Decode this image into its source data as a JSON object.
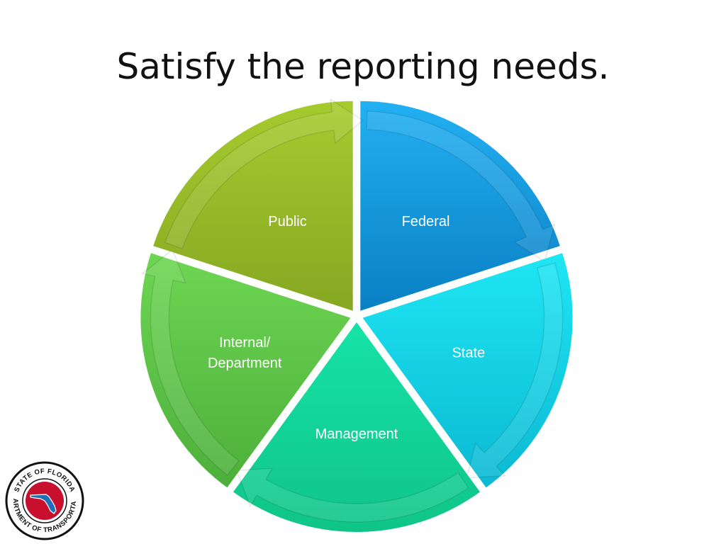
{
  "slide": {
    "title": "Satisfy the reporting needs."
  },
  "cycle": {
    "segments": [
      {
        "label_lines": [
          "Federal"
        ],
        "color_light": "#22b0f2",
        "color_dark": "#0a7fc4"
      },
      {
        "label_lines": [
          "State"
        ],
        "color_light": "#1fe6f4",
        "color_dark": "#0bb9d2"
      },
      {
        "label_lines": [
          "Management"
        ],
        "color_light": "#16e3a8",
        "color_dark": "#10c487"
      },
      {
        "label_lines": [
          "Internal/",
          "Department"
        ],
        "color_light": "#6ed653",
        "color_dark": "#4caf3b"
      },
      {
        "label_lines": [
          "Public"
        ],
        "color_light": "#a6cb2e",
        "color_dark": "#86a722"
      }
    ]
  },
  "logo": {
    "top_text": "STATE OF FLORIDA",
    "bottom_text": "DEPARTMENT OF TRANSPORTATION"
  }
}
